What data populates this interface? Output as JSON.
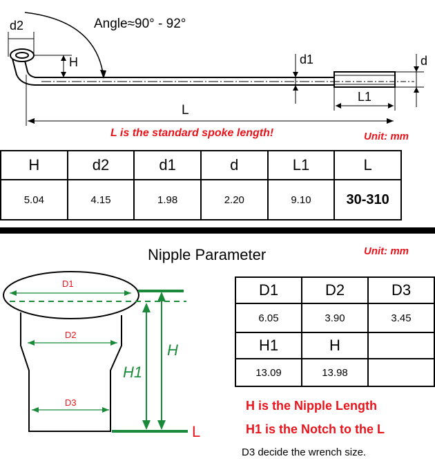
{
  "spoke": {
    "angle_label": "Angle≈90° - 92°",
    "dim_labels": {
      "d2": "d2",
      "H": "H",
      "d1": "d1",
      "d": "d",
      "L1": "L1",
      "L": "L"
    },
    "note": "L is the standard spoke length!",
    "unit": "Unit: mm",
    "table": {
      "headers": [
        "H",
        "d2",
        "d1",
        "d",
        "L1",
        "L"
      ],
      "values": [
        "5.04",
        "4.15",
        "1.98",
        "2.20",
        "9.10",
        "30-310"
      ]
    }
  },
  "nipple": {
    "title": "Nipple Parameter",
    "unit": "Unit: mm",
    "dim_labels": {
      "D1": "D1",
      "D2": "D2",
      "D3": "D3",
      "H": "H",
      "H1": "H1",
      "L": "L"
    },
    "table": {
      "row1_headers": [
        "D1",
        "D2",
        "D3"
      ],
      "row1_values": [
        "6.05",
        "3.90",
        "3.45"
      ],
      "row2_headers": [
        "H1",
        "H",
        ""
      ],
      "row2_values": [
        "13.09",
        "13.98",
        ""
      ]
    },
    "notes": [
      "H is the Nipple Length",
      "H1 is the Notch to the L",
      "D3 decide the wrench size."
    ]
  },
  "colors": {
    "red": "#e8141c",
    "green": "#1a8a3a",
    "black": "#000000"
  }
}
